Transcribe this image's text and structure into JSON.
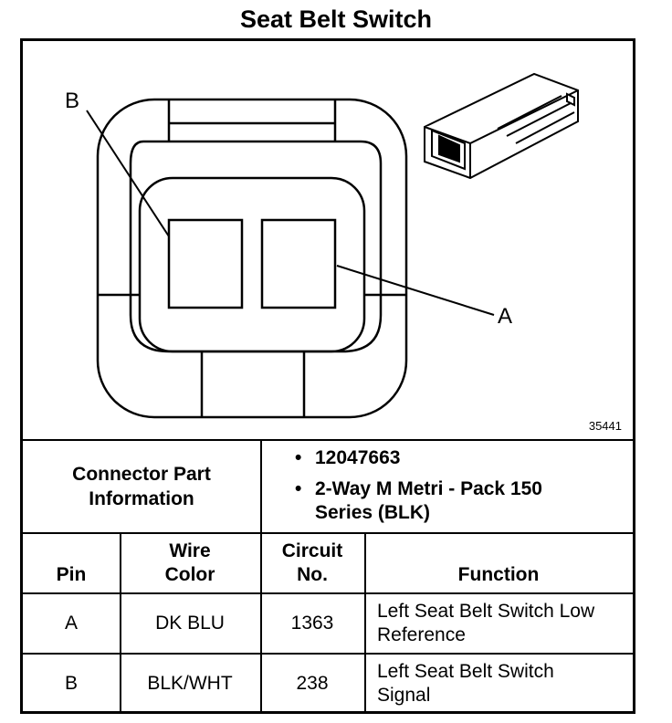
{
  "title": "Seat Belt Switch",
  "figure_number": "35441",
  "callouts": {
    "b": "B",
    "a": "A"
  },
  "connector": {
    "label": "Connector Part Information",
    "bullets": [
      "12047663",
      "2-Way M Metri - Pack 150 Series (BLK)"
    ]
  },
  "table": {
    "headers": [
      "Pin",
      "Wire Color",
      "Circuit No.",
      "Function"
    ],
    "rows": [
      [
        "A",
        "DK BLU",
        "1363",
        "Left Seat Belt Switch Low Reference"
      ],
      [
        "B",
        "BLK/WHT",
        "238",
        "Left Seat Belt Switch Signal"
      ]
    ]
  }
}
